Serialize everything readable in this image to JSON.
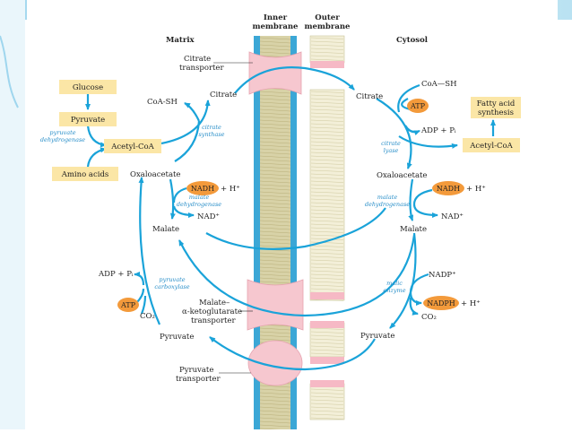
{
  "colors": {
    "arrow": "#1aa3d9",
    "enzyme": "#2a8fc9",
    "box": "#fbe6a6",
    "oval": "#f39a3b",
    "transporter": "#f6c7cf",
    "membrane_blue": "#3ba7d6",
    "membrane_tan": "#d8d2a7",
    "bg_top": "#cfeaf5"
  },
  "headers": {
    "matrix": "Matrix",
    "inner": "Inner membrane",
    "inner_line1": "Inner",
    "inner_line2": "membrane",
    "outer_line1": "Outer",
    "outer_line2": "membrane",
    "cytosol": "Cytosol"
  },
  "transporters": {
    "citrate_line1": "Citrate",
    "citrate_line2": "transporter",
    "malate_line1": "Malate–",
    "malate_line2": "α-ketoglutarate",
    "malate_line3": "transporter",
    "pyruvate_line1": "Pyruvate",
    "pyruvate_line2": "transporter"
  },
  "matrix": {
    "glucose": "Glucose",
    "pyruvate_box": "Pyruvate",
    "pdh_line1": "pyruvate",
    "pdh_line2": "dehydrogenase",
    "acetyl_coa": "Acetyl-CoA",
    "amino_acids": "Amino acids",
    "coa_sh": "CoA-SH",
    "citrate": "Citrate",
    "cs_line1": "citrate",
    "cs_line2": "synthase",
    "oxaloacetate": "Oxaloacetate",
    "nadh": "NADH",
    "plus_h": "+ H⁺",
    "mdh_line1": "malate",
    "mdh_line2": "dehydrogenase",
    "nad": "NAD⁺",
    "malate": "Malate",
    "adp_pi": "ADP + Pᵢ",
    "pc_line1": "pyruvate",
    "pc_line2": "carboxylase",
    "atp": "ATP",
    "co2": "CO₂",
    "pyruvate": "Pyruvate"
  },
  "cytosol": {
    "citrate": "Citrate",
    "coa_sh": "CoA—SH",
    "atp": "ATP",
    "adp_pi": "ADP + Pᵢ",
    "cl_line1": "citrate",
    "cl_line2": "lyase",
    "fatty_line1": "Fatty acid",
    "fatty_line2": "synthesis",
    "acetyl_coa": "Acetyl-CoA",
    "oxaloacetate": "Oxaloacetate",
    "mdh_line1": "malate",
    "mdh_line2": "dehydrogenase",
    "nadh": "NADH",
    "plus_h": "+ H⁺",
    "nad": "NAD⁺",
    "malate": "Malate",
    "nadp": "NADP⁺",
    "me_line1": "malic",
    "me_line2": "enzyme",
    "nadph": "NADPH",
    "nadph_plus_h": "+ H⁺",
    "co2": "CO₂",
    "pyruvate": "Pyruvate"
  }
}
